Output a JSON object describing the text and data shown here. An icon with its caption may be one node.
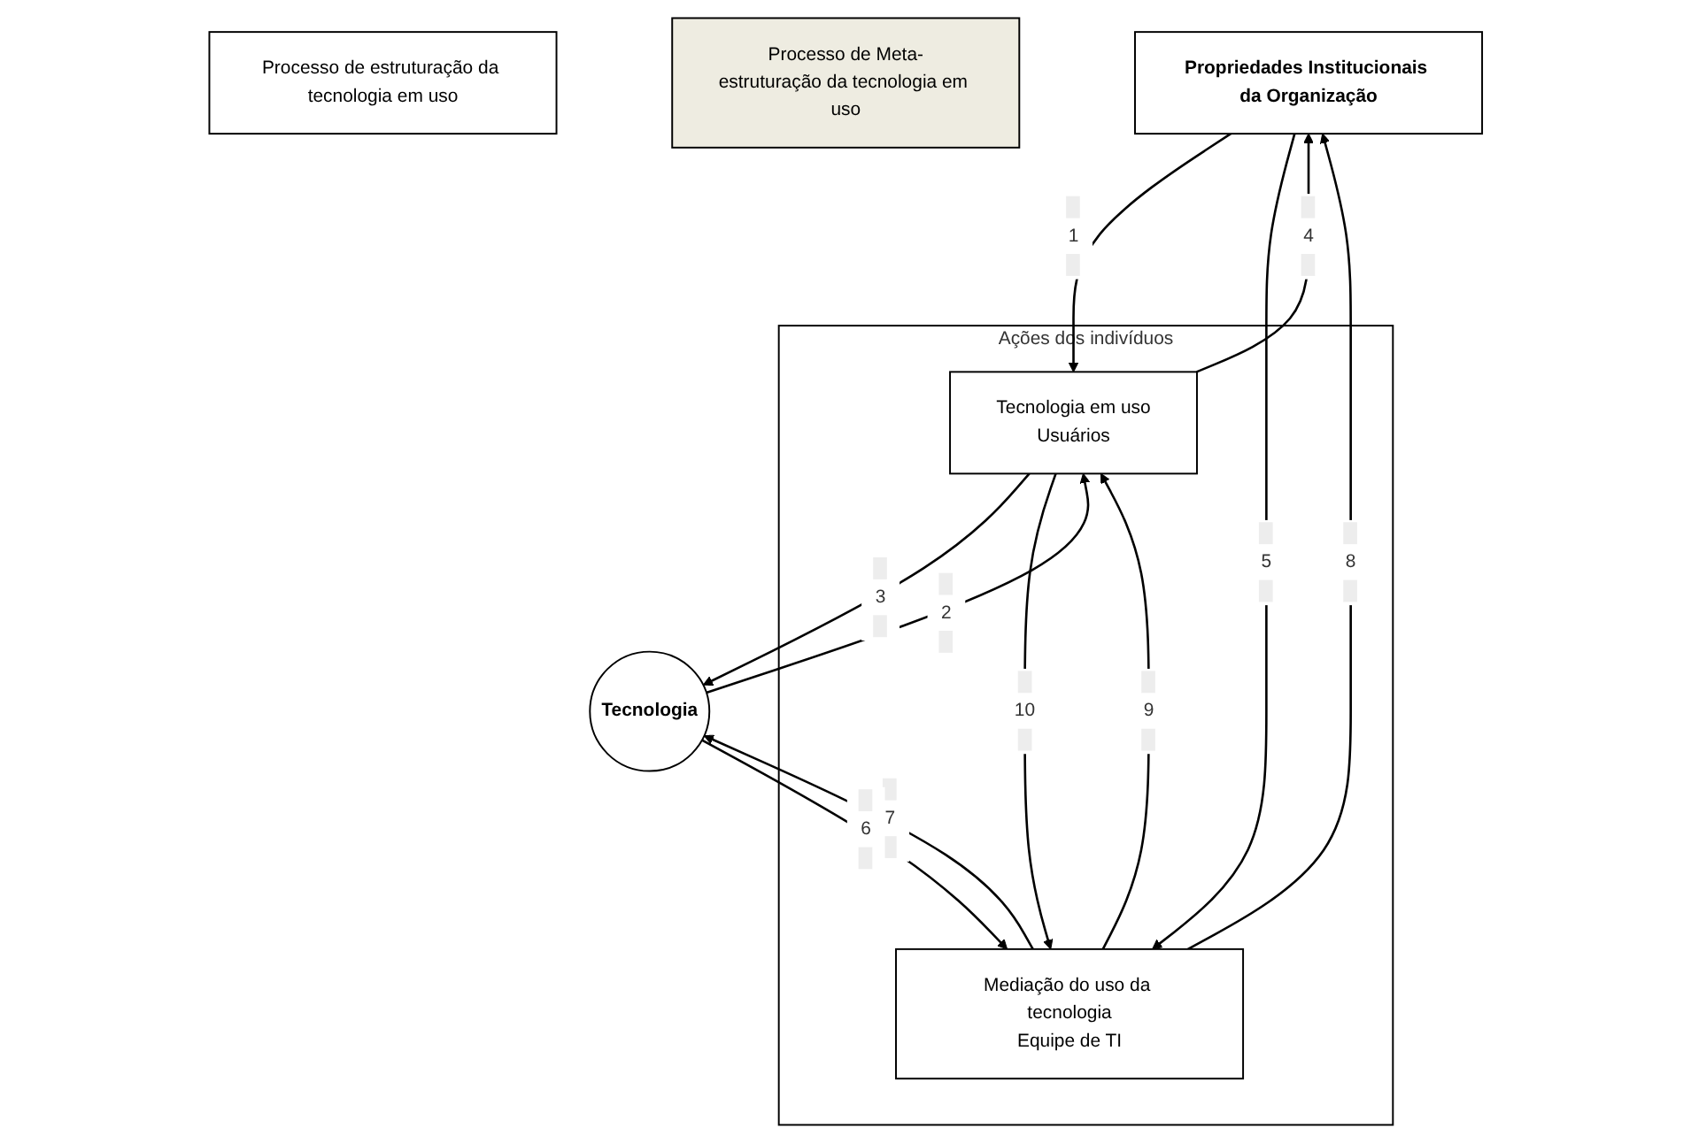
{
  "diagram": {
    "nodes": [
      {
        "text": [
          "Processo de estruturação da tecnologia em uso"
        ]
      },
      {
        "text": [
          "Processo de Meta-estruturação da tecnologia em uso"
        ]
      },
      {
        "text": [
          "Propriedades Institucionais da Organização"
        ]
      },
      {
        "text": [
          "Tecnologia"
        ]
      },
      {
        "text": [
          "Ações dos indivíduos"
        ]
      },
      {
        "text": [
          "Tecnologia em uso",
          "Usuários"
        ],
        "in": 4
      },
      {
        "text": [
          "Mediação do uso da tecnologia",
          "Equipe de TI"
        ],
        "in": 4
      }
    ],
    "edges": [
      {
        "from": 2,
        "to": 5,
        "arrow": "to",
        "label": "1"
      },
      {
        "from": 5,
        "to": 2,
        "arrow": "to",
        "label": "4"
      },
      {
        "from": 3,
        "to": 5,
        "arrow": "to",
        "label": "2"
      },
      {
        "from": 5,
        "to": 3,
        "arrow": "to",
        "label": "3"
      },
      {
        "from": 6,
        "to": 3,
        "arrow": "to",
        "label": "7"
      },
      {
        "from": 3,
        "to": 6,
        "arrow": "to",
        "label": "6"
      },
      {
        "from": 2,
        "to": 6,
        "arrow": "to",
        "label": "5"
      },
      {
        "from": 6,
        "to": 2,
        "arrow": "to",
        "label": "8"
      },
      {
        "from": 5,
        "to": 6,
        "arrow": "to",
        "label": "10"
      },
      {
        "from": 6,
        "to": 5,
        "arrow": "to",
        "label": "9"
      }
    ]
  }
}
